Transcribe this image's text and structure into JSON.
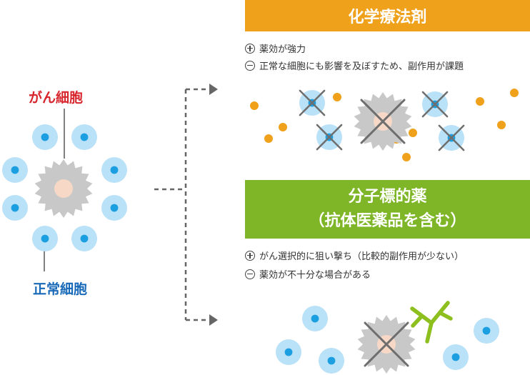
{
  "labels": {
    "cancer_cell": "がん細胞",
    "normal_cell": "正常細胞"
  },
  "chemotherapy": {
    "title": "化学療法剤",
    "pros": "薬効が強力",
    "cons": "正常な細胞にも影響を及ぼすため、副作用が課題"
  },
  "molecular_targeted": {
    "title_line1": "分子標的薬",
    "title_line2": "（抗体医薬品を含む）",
    "pros": "がん選択的に狙い撃ち（比較的副作用が少ない）",
    "cons": "薬効が不十分な場合がある"
  },
  "colors": {
    "chemo_banner": "#f0a11b",
    "targeted_banner": "#7fb628",
    "normal_cell_outer": "#b9e1f7",
    "normal_cell_inner": "#1b9fe0",
    "cancer_cell_body": "#c8c8c8",
    "cancer_cell_nucleus": "#f7d8c6",
    "drug_dot": "#f0a11b",
    "antibody": "#8dbf1f",
    "cross": "#6e6e6e",
    "arrow": "#666666"
  }
}
